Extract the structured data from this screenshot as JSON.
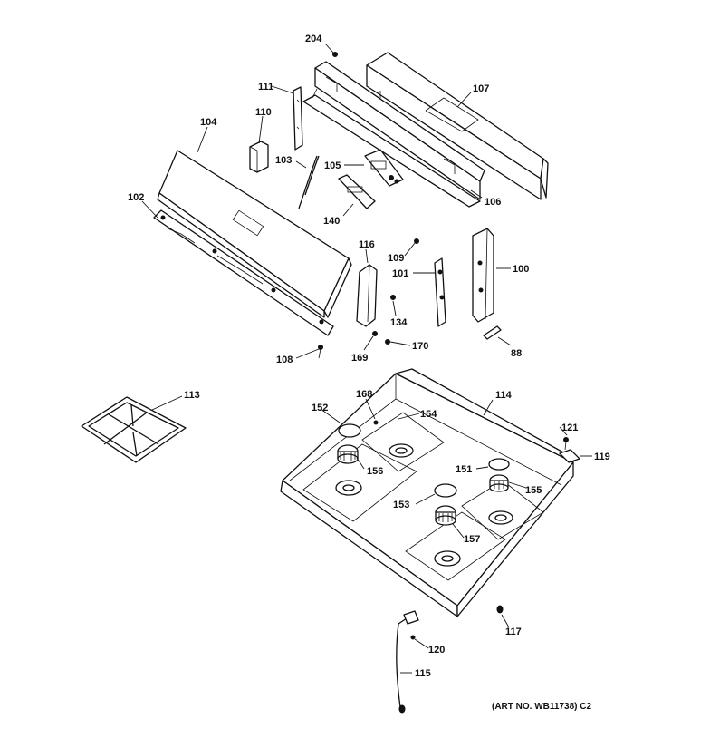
{
  "callouts": {
    "p204": "204",
    "p111": "111",
    "p107": "107",
    "p110": "110",
    "p104": "104",
    "p103": "103",
    "p105": "105",
    "p106": "106",
    "p102": "102",
    "p140": "140",
    "p116": "116",
    "p109": "109",
    "p101": "101",
    "p100": "100",
    "p134": "134",
    "p108": "108",
    "p169": "169",
    "p170": "170",
    "p88": "88",
    "p113": "113",
    "p168": "168",
    "p114": "114",
    "p152": "152",
    "p154": "154",
    "p121": "121",
    "p119": "119",
    "p156": "156",
    "p151": "151",
    "p155": "155",
    "p153": "153",
    "p157": "157",
    "p117": "117",
    "p120": "120",
    "p115": "115"
  },
  "art_number": "(ART NO. WB11738) C2"
}
